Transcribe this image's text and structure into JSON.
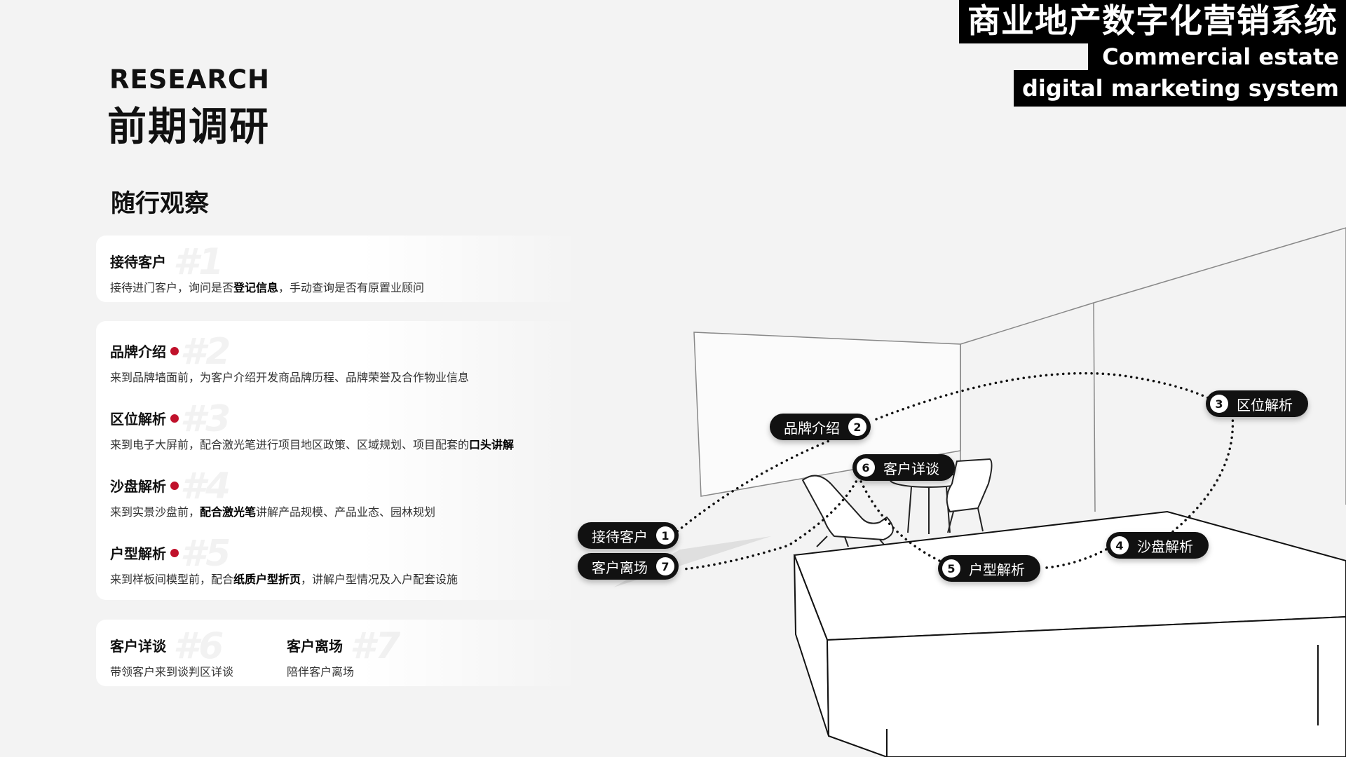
{
  "brand": {
    "title_cn": "商业地产数字化营销系统",
    "title_en_line1": "Commercial estate",
    "title_en_line2": "digital marketing system"
  },
  "header": {
    "eyebrow": "RESEARCH",
    "title": "前期调研"
  },
  "section_title": "随行观察",
  "steps": [
    {
      "title": "接待客户",
      "watermark": "#1",
      "desc": [
        {
          "t": "接待进门客户，询问是否"
        },
        {
          "t": "登记信息",
          "b": true
        },
        {
          "t": "，手动查询是否有原置业顾问"
        }
      ]
    },
    {
      "title": "品牌介绍",
      "watermark": "#2",
      "desc": [
        {
          "t": "来到品牌墙面前，为客户介绍开发商品牌历程、品牌荣誉及合作物业信息"
        }
      ]
    },
    {
      "title": "区位解析",
      "watermark": "#3",
      "desc": [
        {
          "t": "来到电子大屏前，配合激光笔进行项目地区政策、区域规划、项目配套的"
        },
        {
          "t": "口头讲解",
          "b": true
        }
      ]
    },
    {
      "title": "沙盘解析",
      "watermark": "#4",
      "desc": [
        {
          "t": "来到实景沙盘前，"
        },
        {
          "t": "配合激光笔",
          "b": true
        },
        {
          "t": "讲解产品规模、产品业态、园林规划"
        }
      ]
    },
    {
      "title": "户型解析",
      "watermark": "#5",
      "desc": [
        {
          "t": "来到样板间模型前，配合"
        },
        {
          "t": "纸质户型折页",
          "b": true
        },
        {
          "t": "，讲解户型情况及入户配套设施"
        }
      ]
    },
    {
      "title": "客户详谈",
      "watermark": "#6",
      "desc": [
        {
          "t": "带领客户来到谈判区详谈"
        }
      ]
    },
    {
      "title": "客户离场",
      "watermark": "#7",
      "desc": [
        {
          "t": "陪伴客户离场"
        }
      ]
    }
  ],
  "pills": [
    {
      "num": "1",
      "label": "接待客户"
    },
    {
      "num": "2",
      "label": "品牌介绍"
    },
    {
      "num": "3",
      "label": "区位解析"
    },
    {
      "num": "4",
      "label": "沙盘解析"
    },
    {
      "num": "5",
      "label": "户型解析"
    },
    {
      "num": "6",
      "label": "客户详谈"
    },
    {
      "num": "7",
      "label": "客户离场"
    }
  ],
  "colors": {
    "accent": "#c0112b",
    "pill_bg": "#111111",
    "background": "#f3f3f3"
  }
}
